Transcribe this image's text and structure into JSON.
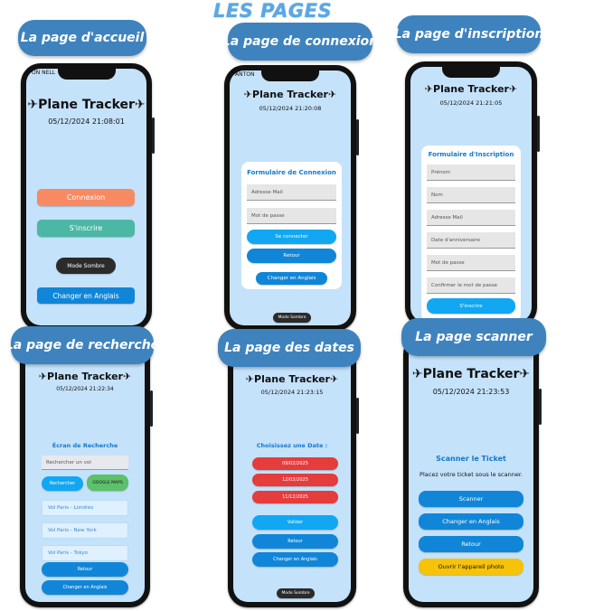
{
  "page_title": "LES PAGES",
  "app": {
    "name": "✈Plane Tracker✈"
  },
  "labels": {
    "accueil": "La page d'accueil",
    "connexion": "La page de connexion",
    "inscription": "La page d'inscription",
    "recherche": "La page de recherche",
    "dates": "La page des dates",
    "scanner": "La page scanner"
  },
  "accueil": {
    "status": "ON NELL",
    "date": "05/12/2024 21:08:01",
    "connexion_btn": "Connexion",
    "inscrire_btn": "S'inscrire",
    "mode_btn": "Mode Sombre",
    "anglais_btn": "Changer en Anglais"
  },
  "connexion": {
    "status": "ANTON",
    "date": "05/12/2024 21:20:08",
    "form_title": "Formulaire de Connexion",
    "mail_placeholder": "Adresse Mail",
    "password_placeholder": "Mot de passe",
    "connect_btn": "Se connecter",
    "retour_btn": "Retour",
    "anglais_btn": "Changer en Anglais",
    "mode_btn": "Mode Sombre"
  },
  "inscription": {
    "date": "05/12/2024 21:21:05",
    "form_title": "Formulaire d'Inscription",
    "fields": [
      "Prénom",
      "Nom",
      "Adresse Mail",
      "Date d'anniversaire",
      "Mot de passe",
      "Confirmer le mot de passe"
    ],
    "submit_btn": "S'inscrire"
  },
  "recherche": {
    "date": "05/12/2024 21:22:34",
    "section_title": "Écran de Recherche",
    "search_placeholder": "Rechercher un vol",
    "search_btn": "Rechercher",
    "maps_btn": "GOOGLE MAPS",
    "flights": [
      "Vol Paris - Londres",
      "Vol Paris - New York",
      "Vol Paris - Tokyo"
    ],
    "retour_btn": "Retour",
    "anglais_btn": "Changer en Anglais"
  },
  "dates": {
    "date": "05/12/2024 21:23:15",
    "section_title": "Choisissez une Date :",
    "options": [
      "09/02/2025",
      "12/03/2025",
      "11/12/2025"
    ],
    "valider_btn": "Valider",
    "retour_btn": "Retour",
    "anglais_btn": "Changer en Anglais",
    "mode_btn": "Mode Sombre"
  },
  "scanner": {
    "date": "05/12/2024 21:23:53",
    "section_title": "Scanner le Ticket",
    "instruction": "Placez votre ticket sous le scanner.",
    "scanner_btn": "Scanner",
    "anglais_btn": "Changer en Anglais",
    "retour_btn": "Retour",
    "photo_btn": "Ouvrir l'appareil photo"
  },
  "colors": {
    "screen_bg": "#c5e2fb",
    "primary_blue": "#1186d8",
    "pill_blue": "#3f83be",
    "date_red": "#e53c3c",
    "photo_yellow": "#f7c309"
  }
}
